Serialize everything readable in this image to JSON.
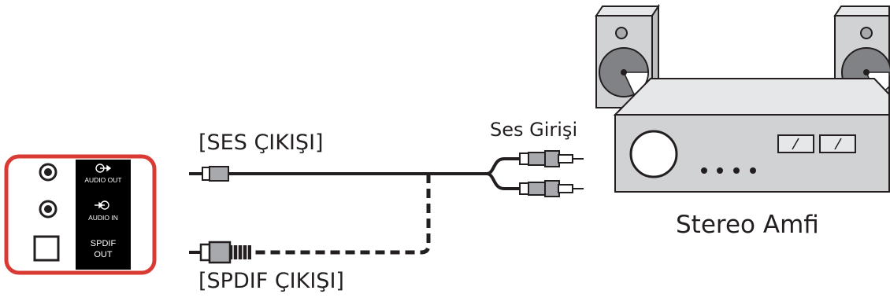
{
  "panel": {
    "ports": [
      {
        "label": "AUDIO OUT",
        "icon": "audio-out-icon"
      },
      {
        "label": "AUDIO IN",
        "icon": "audio-in-icon"
      },
      {
        "line1": "SPDIF",
        "line2": "OUT"
      }
    ],
    "border_color": "#d93a33"
  },
  "labels": {
    "audio_out": "[SES ÇIKIŞI]",
    "spdif_out": "[SPDIF ÇIKIŞI]",
    "audio_input": "Ses Girişi",
    "device": "Stereo Amfi"
  },
  "colors": {
    "line": "#231f20",
    "device_fill": "#d1d2d4",
    "plug_fill": "#a7a9ac"
  }
}
